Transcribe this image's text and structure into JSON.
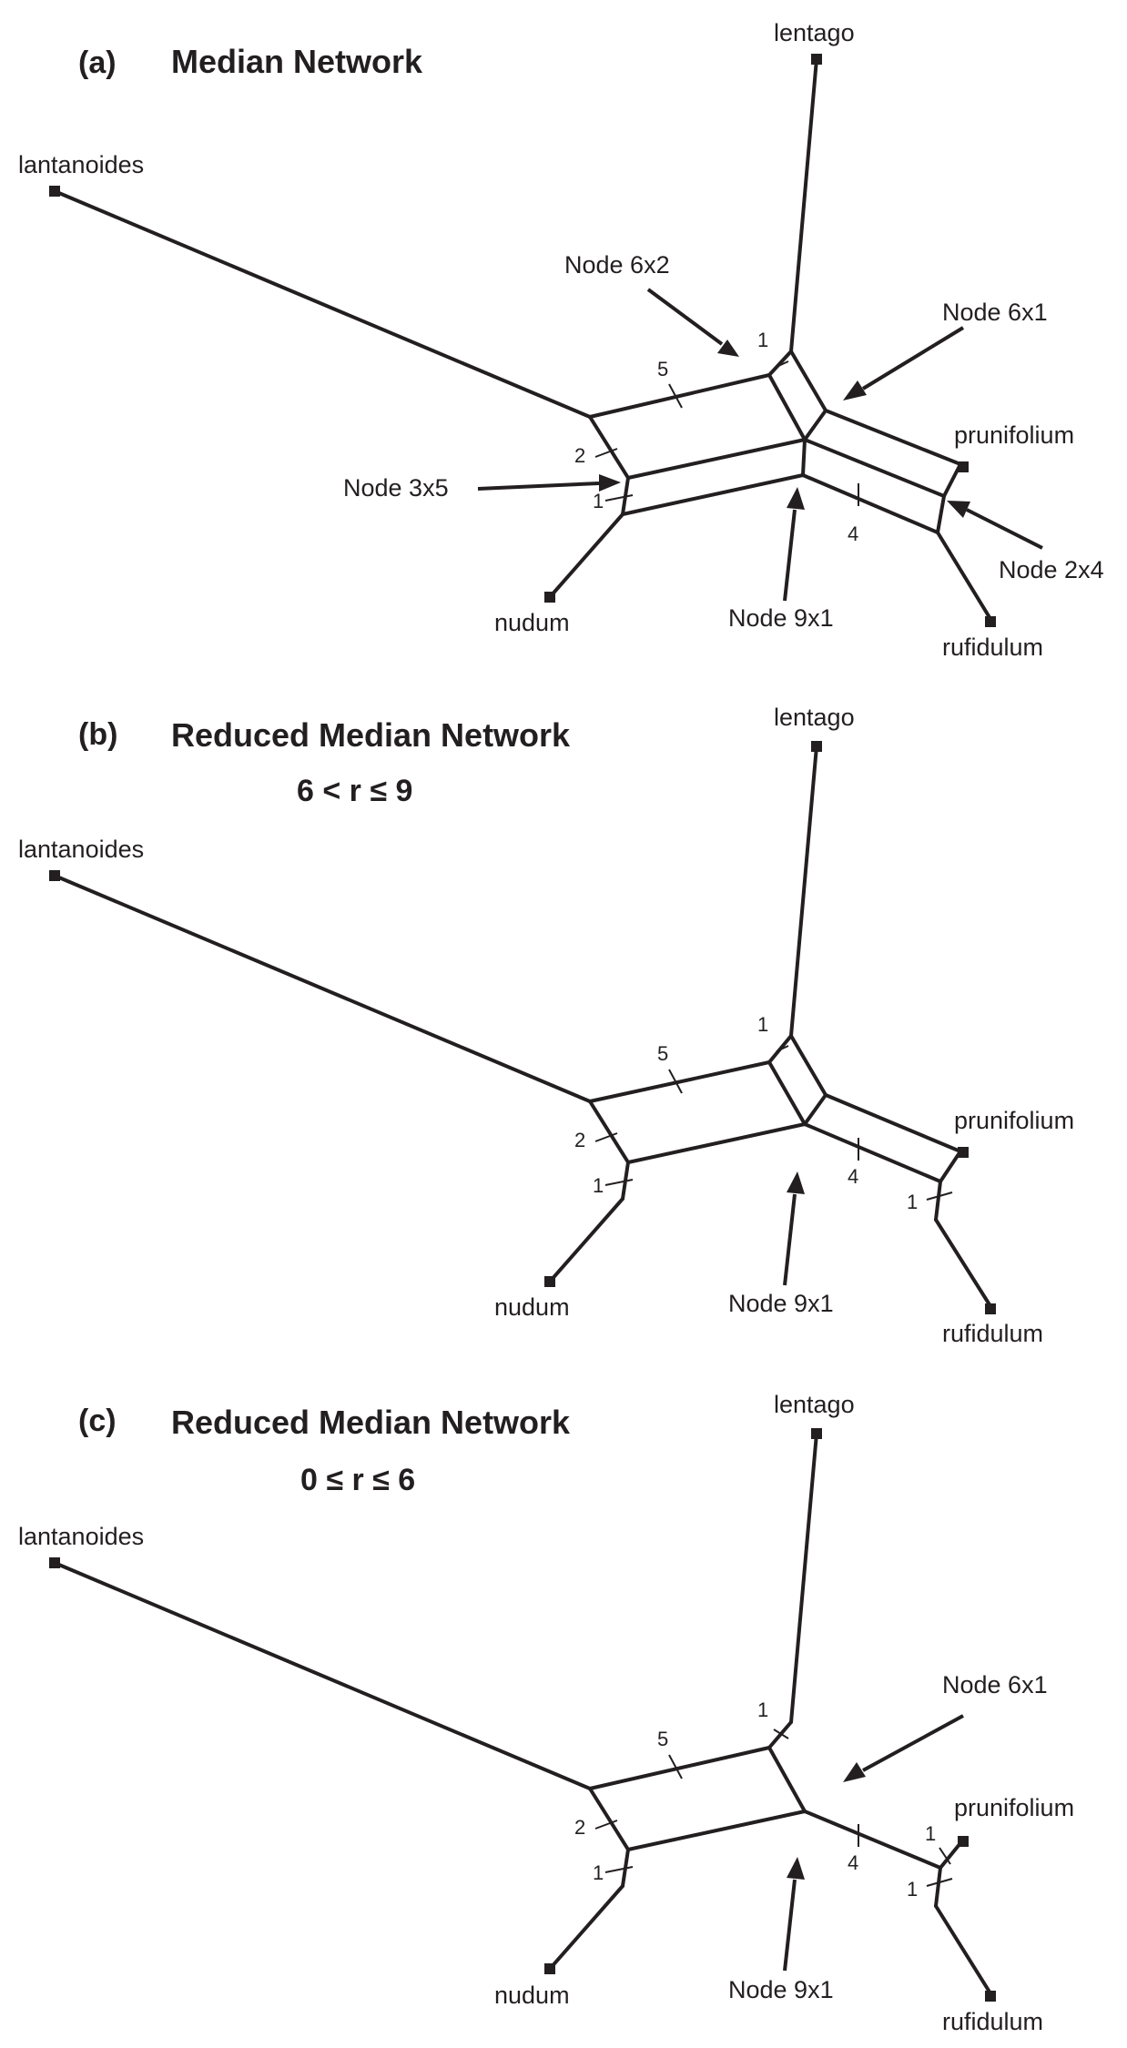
{
  "panels": [
    {
      "letter": "(a)",
      "title": "Median Network",
      "subtitle": "",
      "taxa": {
        "lentago": "lentago",
        "lantanoides": "lantanoides",
        "prunifolium": "prunifolium",
        "nudum": "nudum",
        "rufidulum": "rufidulum"
      },
      "weights": [
        "1",
        "5",
        "2",
        "1",
        "4"
      ],
      "node_labels": [
        "Node 6x2",
        "Node 6x1",
        "Node 3x5",
        "Node 9x1",
        "Node 2x4"
      ]
    },
    {
      "letter": "(b)",
      "title": "Reduced Median Network",
      "subtitle": "6 < r ≤ 9",
      "taxa": {
        "lentago": "lentago",
        "lantanoides": "lantanoides",
        "prunifolium": "prunifolium",
        "nudum": "nudum",
        "rufidulum": "rufidulum"
      },
      "weights": [
        "1",
        "5",
        "2",
        "1",
        "4",
        "1"
      ],
      "node_labels": [
        "Node 9x1"
      ]
    },
    {
      "letter": "(c)",
      "title": "Reduced Median Network",
      "subtitle": "0 ≤ r ≤ 6",
      "taxa": {
        "lentago": "lentago",
        "lantanoides": "lantanoides",
        "prunifolium": "prunifolium",
        "nudum": "nudum",
        "rufidulum": "rufidulum"
      },
      "weights": [
        "1",
        "5",
        "2",
        "1",
        "4",
        "1",
        "1"
      ],
      "node_labels": [
        "Node 6x1",
        "Node 9x1"
      ]
    }
  ]
}
